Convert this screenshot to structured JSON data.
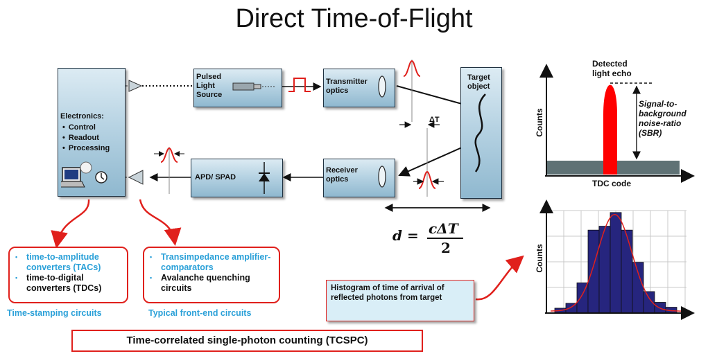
{
  "title": "Direct Time-of-Flight",
  "electronics": {
    "heading": "Electronics:",
    "items": [
      "Control",
      "Readout",
      "Processing"
    ]
  },
  "blocks": {
    "pulsed_source": [
      "Pulsed",
      "Light",
      "Source"
    ],
    "transmitter": [
      "Transmitter",
      "optics"
    ],
    "target": [
      "Target",
      "object"
    ],
    "receiver": [
      "Receiver",
      "optics"
    ],
    "apd": "APD/ SPAD"
  },
  "delta_t": "ΔT",
  "formula": {
    "lhs": "d =",
    "numerator": "cΔT",
    "denominator": "2"
  },
  "tac_box": {
    "items": [
      {
        "text": "time-to-amplitude converters (TACs)",
        "color": "#2aa0d8"
      },
      {
        "text": "time-to-digital converters (TDCs)",
        "color": "#111111"
      }
    ],
    "caption": "Time-stamping circuits"
  },
  "frontend_box": {
    "items": [
      {
        "text": "Transimpedance amplifier- comparators",
        "color": "#2aa0d8"
      },
      {
        "text": "Avalanche quenching circuits",
        "color": "#111111"
      }
    ],
    "caption": "Typical front-end circuits"
  },
  "histogram_note": "Histogram of time of arrival of reflected photons from target",
  "tcspc_label": "Time-correlated single-photon counting (TCSPC)",
  "echo_plot": {
    "detected_label": [
      "Detected",
      "light echo"
    ],
    "sbr_label": [
      "Signal-to-",
      "background",
      "noise-ratio",
      "(SBR)"
    ],
    "ylabel": "Counts",
    "xlabel": "TDC code",
    "colors": {
      "echo": "#ff0000",
      "background": "#5f7275"
    }
  },
  "chart_data": {
    "type": "bar",
    "title": "",
    "xlabel": "",
    "ylabel": "Counts",
    "values": [
      0.05,
      0.1,
      0.31,
      0.85,
      0.89,
      1.03,
      0.85,
      0.52,
      0.22,
      0.11,
      0.06
    ],
    "ylim": [
      0,
      1.05
    ],
    "grid": true,
    "colors": {
      "bars": "#26257e",
      "fit": "#e0201c"
    }
  },
  "colors": {
    "accent_red": "#e0201c",
    "text_blue": "#2aa0d8"
  }
}
